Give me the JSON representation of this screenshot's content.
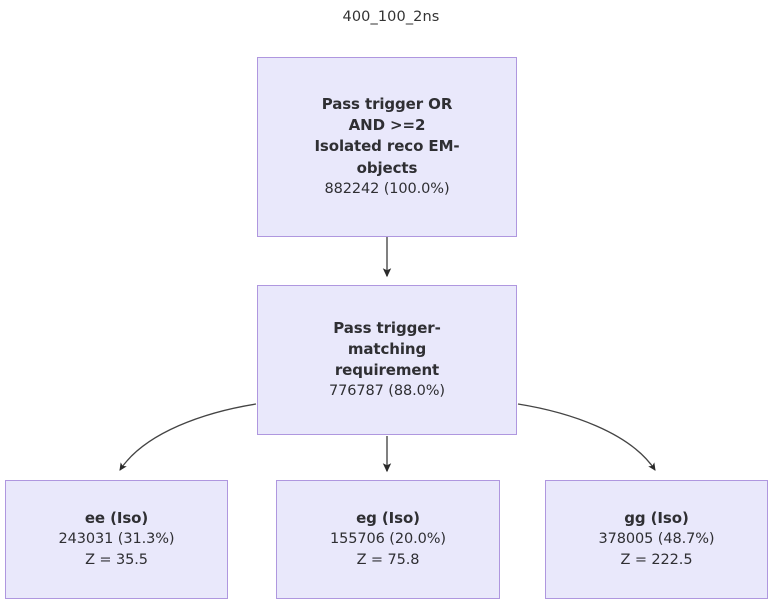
{
  "title": "400_100_2ns",
  "colors": {
    "node_fill": "#e9e8fb",
    "node_border": "#af97df",
    "text": "#2f2f33",
    "edge": "#333333",
    "background": "#ffffff"
  },
  "nodes": {
    "root": {
      "title_line1": "Pass trigger OR",
      "title_line2": "AND >=2",
      "title_line3": "Isolated reco EM-",
      "title_line4": "objects",
      "value": "882242 (100.0%)"
    },
    "match": {
      "title_line1": "Pass trigger-",
      "title_line2": "matching",
      "title_line3": "requirement",
      "value": "776787 (88.0%)"
    },
    "ee": {
      "title": "ee (Iso)",
      "value": "243031 (31.3%)",
      "significance": "Z = 35.5"
    },
    "eg": {
      "title": "eg (Iso)",
      "value": "155706 (20.0%)",
      "significance": "Z = 75.8"
    },
    "gg": {
      "title": "gg (Iso)",
      "value": "378005 (48.7%)",
      "significance": "Z = 222.5"
    }
  },
  "chart_data": {
    "type": "diagram",
    "title": "400_100_2ns",
    "diagram_kind": "cutflow-flowchart",
    "nodes": [
      {
        "id": "root",
        "label": "Pass trigger OR AND >=2 Isolated reco EM-objects",
        "count": 882242,
        "percent": 100.0,
        "value_label": "882242 (100.0%)"
      },
      {
        "id": "match",
        "label": "Pass trigger-matching requirement",
        "count": 776787,
        "percent": 88.0,
        "value_label": "776787 (88.0%)"
      },
      {
        "id": "ee",
        "label": "ee (Iso)",
        "count": 243031,
        "percent": 31.3,
        "value_label": "243031 (31.3%)",
        "Z": 35.5
      },
      {
        "id": "eg",
        "label": "eg (Iso)",
        "count": 155706,
        "percent": 20.0,
        "value_label": "155706 (20.0%)",
        "Z": 75.8
      },
      {
        "id": "gg",
        "label": "gg (Iso)",
        "count": 378005,
        "percent": 48.7,
        "value_label": "378005 (48.7%)",
        "Z": 222.5
      }
    ],
    "edges": [
      {
        "from": "root",
        "to": "match",
        "style": "straight-arrow"
      },
      {
        "from": "match",
        "to": "ee",
        "style": "curved-arrow"
      },
      {
        "from": "match",
        "to": "eg",
        "style": "straight-arrow"
      },
      {
        "from": "match",
        "to": "gg",
        "style": "curved-arrow"
      }
    ]
  }
}
